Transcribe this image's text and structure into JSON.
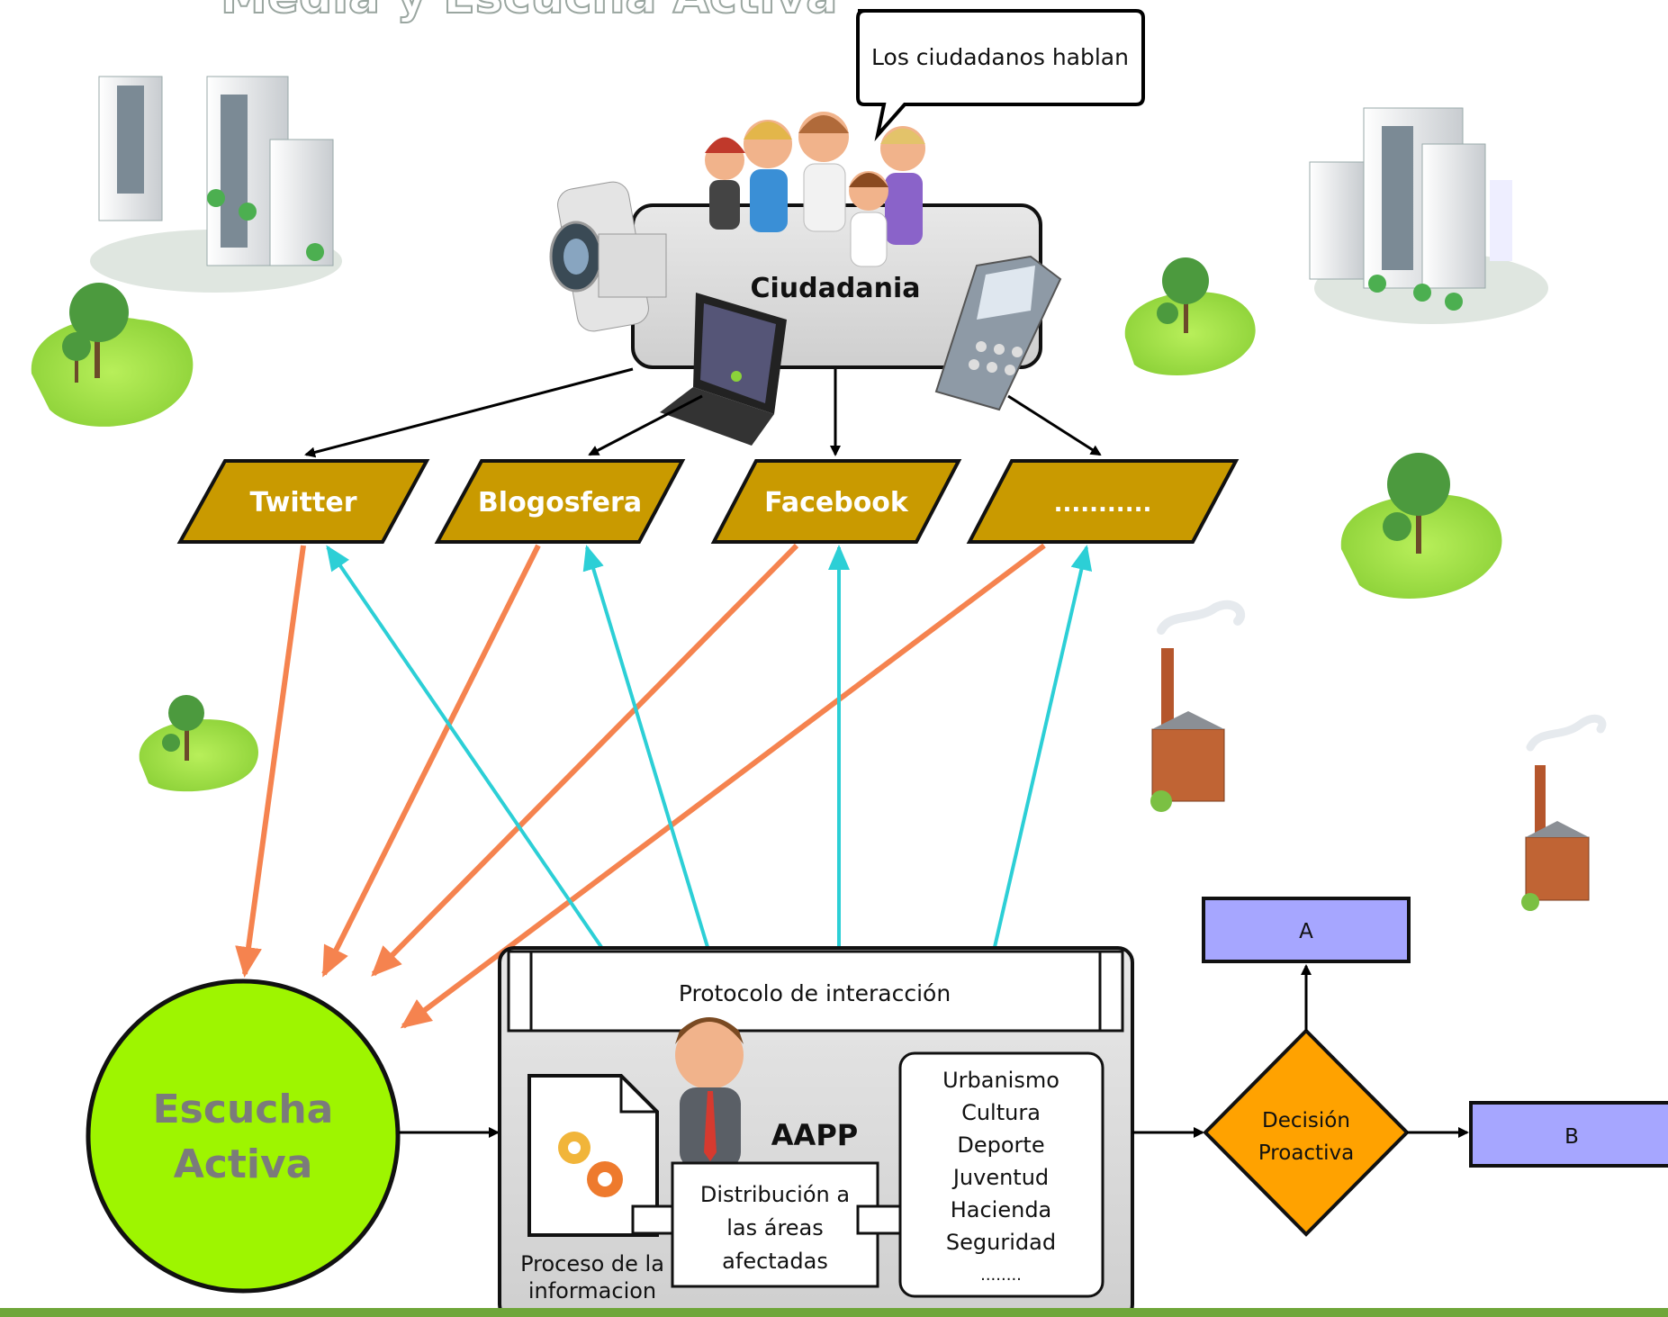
{
  "title": "Media y Escucha Activa",
  "speech_bubble": "Los ciudadanos hablan",
  "ciudadania_label": "Ciudadania",
  "channels": [
    "Twitter",
    "Blogosfera",
    "Facebook",
    "..........."
  ],
  "escucha": {
    "line1": "Escucha",
    "line2": "Activa"
  },
  "protocol": {
    "header": "Protocolo de interacción",
    "aapp": "AAPP",
    "proceso": [
      "Proceso de la",
      "informacion"
    ],
    "distribucion": [
      "Distribución a",
      "las áreas",
      "afectadas"
    ],
    "areas": [
      "Urbanismo",
      "Cultura",
      "Deporte",
      "Juventud",
      "Hacienda",
      "Seguridad",
      "........"
    ]
  },
  "decision": {
    "line1": "Decisión",
    "line2": "Proactiva"
  },
  "outcome_a": "A",
  "outcome_b": "B",
  "colors": {
    "channel_fill": "#c99a00",
    "escucha_fill": "#9ef500",
    "escucha_text": "#7b7b7b",
    "decision_fill": "#ffa200",
    "outcome_fill": "#a6a6ff",
    "orange_arrow": "#f5834f",
    "cyan_arrow": "#2ccfd6",
    "footer_green": "#6fa63a"
  }
}
